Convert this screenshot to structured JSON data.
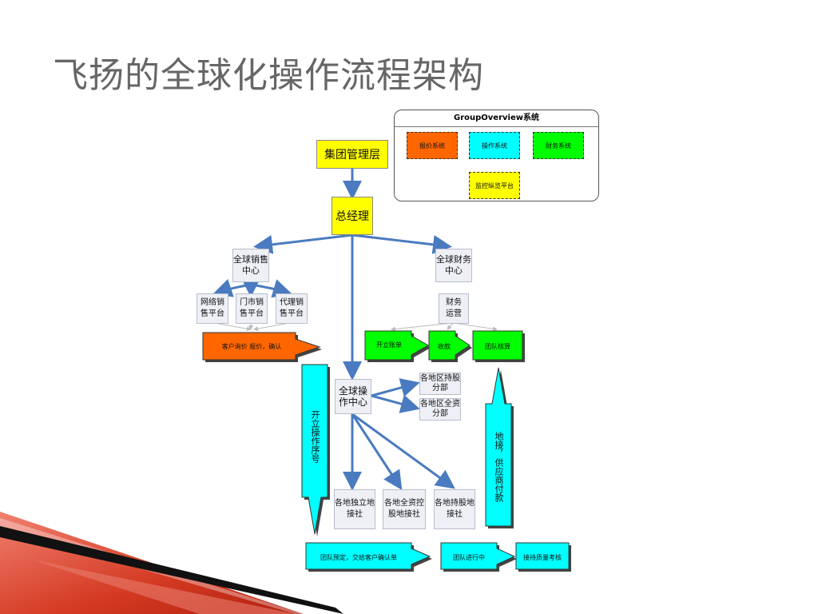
{
  "title": "飞扬的全球化操作流程架构",
  "overview": {
    "title": "GroupOverview系统",
    "quote_system": "报价系统",
    "ops_system": "操作系统",
    "finance_system": "财务系统",
    "monitor_platform": "监控纵览平台"
  },
  "nodes": {
    "group_mgmt": "集团管理层",
    "gm": "总经理",
    "global_sales": "全球销售中心",
    "global_finance": "全球财务中心",
    "online_sales": "网络销售平台",
    "store_sales": "门市销售平台",
    "agent_sales": "代理销售平台",
    "finance_ops": "财务运营",
    "customer_inquiry": "客户询价 报价，确认",
    "open_bill": "开立账单",
    "collect": "收款",
    "team_settle": "团队核算",
    "global_ops": "全球操作中心",
    "regional_holding": "各地区持股分部",
    "regional_full": "各地区全资分部",
    "open_ops_no": "开立操作序号",
    "ground_payment": "地接，供应商付款",
    "independent_dmc": "各地独立地接社",
    "full_holding_dmc": "各地全资控股地接社",
    "holding_dmc": "各地持股地接社",
    "team_booking": "团队预定，交给客户确认单",
    "team_running": "团队进行中",
    "quality_review": "接待质量考核"
  },
  "colors": {
    "title": "#666666",
    "orange": "#ff6600",
    "cyan": "#00ffff",
    "green": "#00ff00",
    "yellow": "#ffff00",
    "gray_box": "#eef0f6",
    "arrow": "#4a7bc0",
    "wedge_red": "#c0392b"
  }
}
